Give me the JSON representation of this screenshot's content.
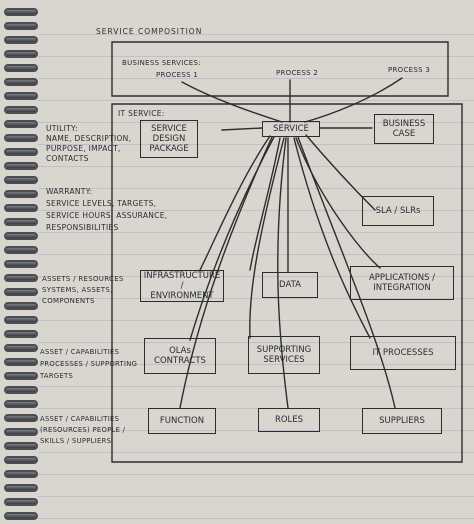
{
  "title": "SERVICE COMPOSITION",
  "business_services": {
    "label": "BUSINESS SERVICES:",
    "processes": [
      "PROCESS 1",
      "PROCESS 2",
      "PROCESS 3"
    ]
  },
  "it_service": {
    "label": "IT SERVICE:",
    "service": "SERVICE",
    "sdp": "SERVICE\nDESIGN\nPACKAGE",
    "business_case": "BUSINESS\nCASE",
    "sla": "SLA / SLRs"
  },
  "left_notes": {
    "utility": "UTILITY:\nNAME, DESCRIPTION,\nPURPOSE, IMPACT,\nCONTACTS",
    "warranty": "WARRANTY:\nSERVICE LEVELS, TARGETS,\nSERVICE HOURS, ASSURANCE,\nRESPONSIBILITIES",
    "assets_resources": "ASSETS / RESOURCES\nSYSTEMS, ASSETS,\nCOMPONENTS",
    "asset_capabilities_1": "ASSET / CAPABILITIES\nPROCESSES / SUPPORTING\nTARGETS",
    "asset_capabilities_2": "ASSET / CAPABILITIES\n(RESOURCES) PEOPLE /\nSKILLS / SUPPLIERS"
  },
  "components": {
    "infrastructure": "INFRASTRUCTURE /\nENVIRONMENT",
    "data": "DATA",
    "applications": "APPLICATIONS /\nINTEGRATION",
    "olas": "OLAs\nCONTRACTS",
    "supporting_services": "SUPPORTING\nSERVICES",
    "it_processes": "IT PROCESSES",
    "function": "FUNCTION",
    "roles": "ROLES",
    "suppliers": "SUPPLIERS"
  }
}
